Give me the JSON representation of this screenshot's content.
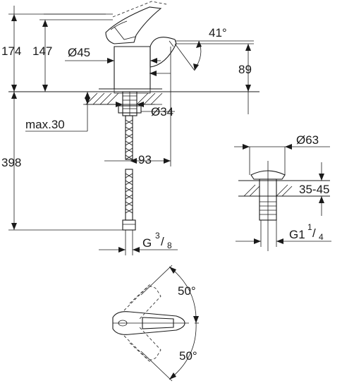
{
  "dimensions": {
    "height_total": "174",
    "height_spout": "147",
    "body_diameter": "Ø45",
    "spout_angle": "41°",
    "spout_height": "89",
    "base_diameter": "Ø34",
    "max_thickness": "max.30",
    "hose_length": "398",
    "reach": "93",
    "connection": "G",
    "connection_frac_num": "3",
    "connection_frac_den": "8",
    "drain_diameter": "Ø63",
    "drain_range": "35-45",
    "drain_thread": "G1",
    "drain_frac_num": "1",
    "drain_frac_den": "4",
    "lever_angle_top": "50°",
    "lever_angle_bottom": "50°"
  }
}
